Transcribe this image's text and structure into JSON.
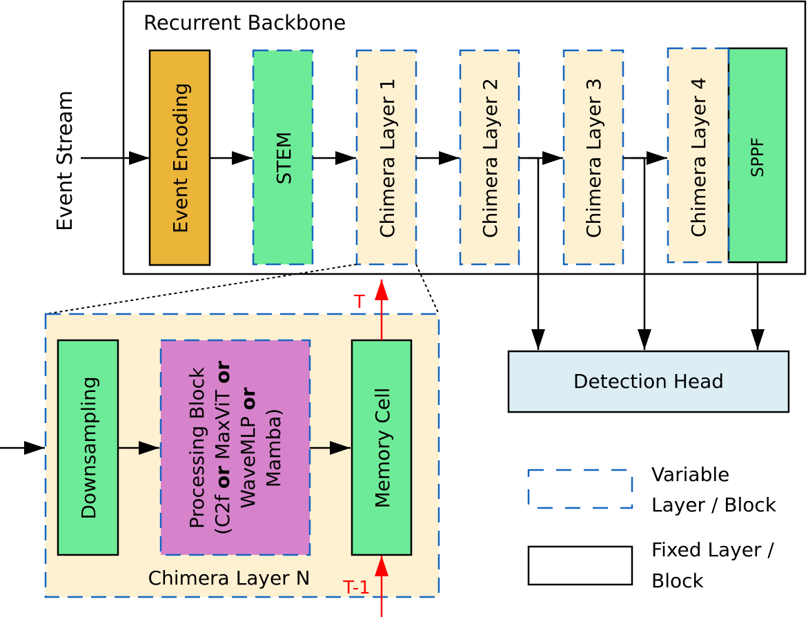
{
  "colors": {
    "event_encoding": "#EBB53A",
    "green_block": "#6EEB98",
    "chimera_fill": "#FEF1D2",
    "processing_fill": "#D683CB",
    "detection_head_fill": "#DCEEF4",
    "variable_border": "#1565C0",
    "fixed_border": "#000000",
    "temporal_arrow": "#FF0000"
  },
  "backbone": {
    "title": "Recurrent Backbone",
    "input_label": "Event Stream",
    "blocks": [
      {
        "id": "event-encoding",
        "label": "Event Encoding",
        "kind": "fixed"
      },
      {
        "id": "stem",
        "label": "STEM",
        "kind": "variable"
      },
      {
        "id": "chimera-layer-1",
        "label": "Chimera Layer 1",
        "kind": "variable"
      },
      {
        "id": "chimera-layer-2",
        "label": "Chimera Layer 2",
        "kind": "variable"
      },
      {
        "id": "chimera-layer-3",
        "label": "Chimera Layer 3",
        "kind": "variable"
      },
      {
        "id": "chimera-layer-4",
        "label": "Chimera Layer 4",
        "kind": "variable"
      },
      {
        "id": "sppf",
        "label": "SPPF",
        "kind": "fixed"
      }
    ]
  },
  "detection_head": {
    "label": "Detection Head"
  },
  "chimera_detail": {
    "title": "Chimera Layer N",
    "downsampling": "Downsampling",
    "processing": {
      "line1": "Processing Block",
      "line2_a": "(C2f ",
      "line2_or": "or",
      "line2_b": " MaxViT ",
      "line3_a": "WaveMLP ",
      "line3_or": "or",
      "line4": "Mamba)"
    },
    "memory_cell": "Memory Cell",
    "time_out": "T",
    "time_in": "T-1"
  },
  "legend": {
    "variable_line1": "Variable",
    "variable_line2": "Layer / Block",
    "fixed_line1": "Fixed Layer /",
    "fixed_line2": "Block"
  }
}
